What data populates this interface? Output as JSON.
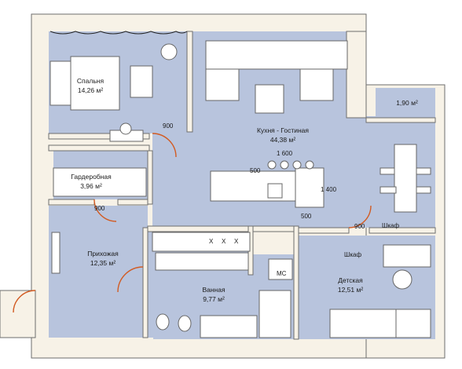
{
  "rooms": {
    "bedroom": {
      "name": "Спальня",
      "area": "14,26 м²"
    },
    "kitchen": {
      "name": "Кухня - Гостиная",
      "area": "44,38 м²"
    },
    "balcony": {
      "area": "1,90 м²"
    },
    "wardrobe": {
      "name": "Гардеробная",
      "area": "3,96 м²"
    },
    "hallway": {
      "name": "Прихожая",
      "area": "12,35 м²"
    },
    "bathroom": {
      "name": "Ванная",
      "area": "9,77 м²"
    },
    "kids": {
      "name": "Детская",
      "area": "12,51 м²"
    }
  },
  "dimensions": {
    "d900_bedroom": "900",
    "d900_wardrobe": "900",
    "d900_kids": "900",
    "d1600": "1 600",
    "d500_top": "500",
    "d1400": "1 400",
    "d500_bottom": "500"
  },
  "labels": {
    "shkaf_1": "Шкаф",
    "shkaf_2": "Шкаф",
    "mc": "МС",
    "x1": "X",
    "x2": "X",
    "x3": "X"
  }
}
